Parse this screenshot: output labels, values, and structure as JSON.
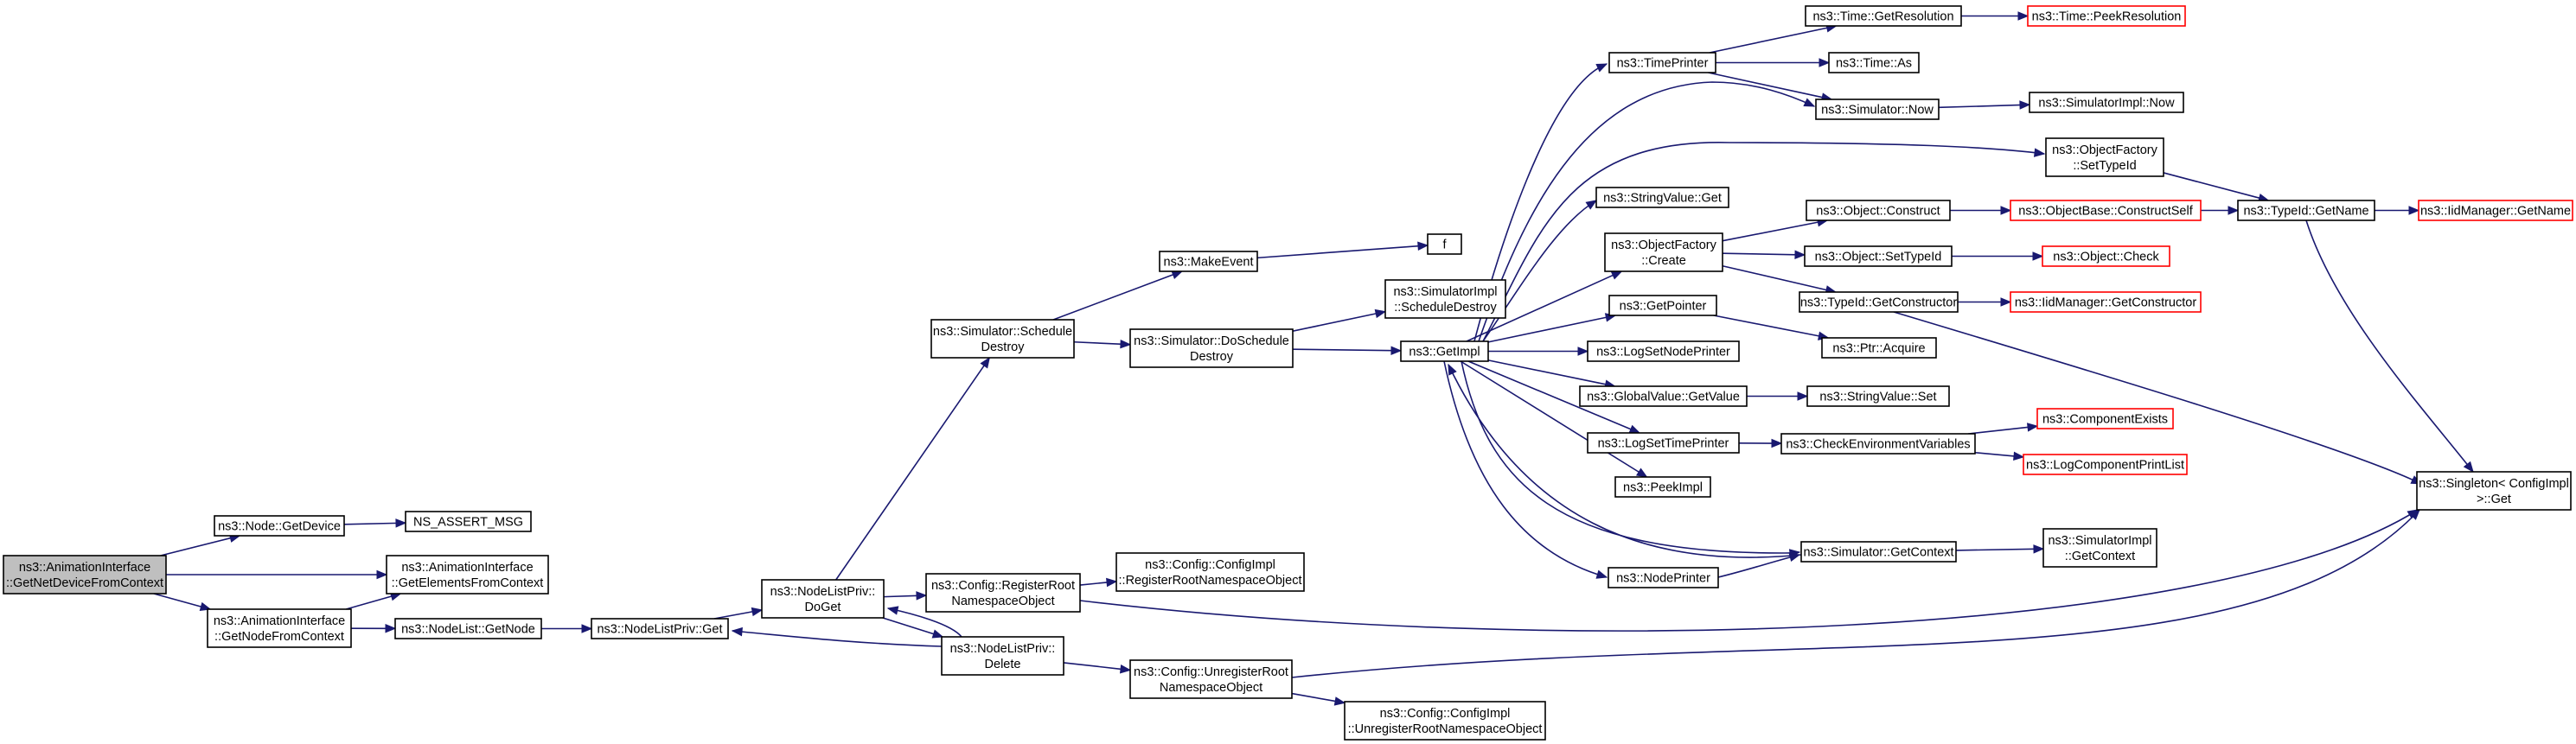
{
  "colors": {
    "edge": "#191970",
    "node_border": "#000000",
    "node_border_truncated": "#ff0000",
    "node_fill": "#ffffff",
    "root_fill": "#bfbfbf"
  },
  "nodes": [
    {
      "id": "n1",
      "lines": [
        "ns3::AnimationInterface",
        "::GetNetDeviceFromContext"
      ],
      "style": "root"
    },
    {
      "id": "n2",
      "lines": [
        "ns3::Node::GetDevice"
      ],
      "style": "normal"
    },
    {
      "id": "n3",
      "lines": [
        "ns3::AnimationInterface",
        "::GetElementsFromContext"
      ],
      "style": "normal"
    },
    {
      "id": "n4",
      "lines": [
        "ns3::AnimationInterface",
        "::GetNodeFromContext"
      ],
      "style": "normal"
    },
    {
      "id": "n5",
      "lines": [
        "NS_ASSERT_MSG"
      ],
      "style": "normal"
    },
    {
      "id": "n6",
      "lines": [
        "ns3::NodeList::GetNode"
      ],
      "style": "normal"
    },
    {
      "id": "n7",
      "lines": [
        "ns3::NodeListPriv::Get"
      ],
      "style": "normal"
    },
    {
      "id": "n8",
      "lines": [
        "ns3::NodeListPriv::",
        "DoGet"
      ],
      "style": "normal"
    },
    {
      "id": "n9",
      "lines": [
        "ns3::Simulator::Schedule",
        "Destroy"
      ],
      "style": "normal"
    },
    {
      "id": "n10",
      "lines": [
        "ns3::Config::RegisterRoot",
        "NamespaceObject"
      ],
      "style": "normal"
    },
    {
      "id": "n11",
      "lines": [
        "ns3::NodeListPriv::",
        "Delete"
      ],
      "style": "normal"
    },
    {
      "id": "n12",
      "lines": [
        "ns3::MakeEvent"
      ],
      "style": "normal"
    },
    {
      "id": "n13",
      "lines": [
        "ns3::Simulator::DoSchedule",
        "Destroy"
      ],
      "style": "normal"
    },
    {
      "id": "n14",
      "lines": [
        "ns3::Config::ConfigImpl",
        "::RegisterRootNamespaceObject"
      ],
      "style": "normal"
    },
    {
      "id": "n15",
      "lines": [
        "ns3::Config::UnregisterRoot",
        "NamespaceObject"
      ],
      "style": "normal"
    },
    {
      "id": "n16",
      "lines": [
        "f"
      ],
      "style": "normal"
    },
    {
      "id": "n17",
      "lines": [
        "ns3::SimulatorImpl",
        "::ScheduleDestroy"
      ],
      "style": "normal"
    },
    {
      "id": "n18",
      "lines": [
        "ns3::GetImpl"
      ],
      "style": "normal"
    },
    {
      "id": "n19",
      "lines": [
        "ns3::Config::ConfigImpl",
        "::UnregisterRootNamespaceObject"
      ],
      "style": "normal"
    },
    {
      "id": "n20",
      "lines": [
        "ns3::TimePrinter"
      ],
      "style": "normal"
    },
    {
      "id": "n21",
      "lines": [
        "ns3::StringValue::Get"
      ],
      "style": "normal"
    },
    {
      "id": "n22",
      "lines": [
        "ns3::ObjectFactory",
        "::Create"
      ],
      "style": "normal"
    },
    {
      "id": "n23",
      "lines": [
        "ns3::GetPointer"
      ],
      "style": "normal"
    },
    {
      "id": "n24",
      "lines": [
        "ns3::LogSetNodePrinter"
      ],
      "style": "normal"
    },
    {
      "id": "n25",
      "lines": [
        "ns3::GlobalValue::GetValue"
      ],
      "style": "normal"
    },
    {
      "id": "n26",
      "lines": [
        "ns3::LogSetTimePrinter"
      ],
      "style": "normal"
    },
    {
      "id": "n27",
      "lines": [
        "ns3::PeekImpl"
      ],
      "style": "normal"
    },
    {
      "id": "n28",
      "lines": [
        "ns3::NodePrinter"
      ],
      "style": "normal"
    },
    {
      "id": "n29",
      "lines": [
        "ns3::Time::GetResolution"
      ],
      "style": "normal"
    },
    {
      "id": "n30",
      "lines": [
        "ns3::Time::As"
      ],
      "style": "normal"
    },
    {
      "id": "n31",
      "lines": [
        "ns3::Simulator::Now"
      ],
      "style": "normal"
    },
    {
      "id": "n32",
      "lines": [
        "ns3::Object::Construct"
      ],
      "style": "normal"
    },
    {
      "id": "n33",
      "lines": [
        "ns3::Object::SetTypeId"
      ],
      "style": "normal"
    },
    {
      "id": "n34",
      "lines": [
        "ns3::TypeId::GetConstructor"
      ],
      "style": "normal"
    },
    {
      "id": "n35",
      "lines": [
        "ns3::Ptr::Acquire"
      ],
      "style": "normal"
    },
    {
      "id": "n36",
      "lines": [
        "ns3::StringValue::Set"
      ],
      "style": "normal"
    },
    {
      "id": "n37",
      "lines": [
        "ns3::CheckEnvironmentVariables"
      ],
      "style": "normal"
    },
    {
      "id": "n38",
      "lines": [
        "ns3::Simulator::GetContext"
      ],
      "style": "normal"
    },
    {
      "id": "n39",
      "lines": [
        "ns3::Time::PeekResolution"
      ],
      "style": "truncated"
    },
    {
      "id": "n40",
      "lines": [
        "ns3::SimulatorImpl::Now"
      ],
      "style": "normal"
    },
    {
      "id": "n41",
      "lines": [
        "ns3::ObjectFactory",
        "::SetTypeId"
      ],
      "style": "normal"
    },
    {
      "id": "n42",
      "lines": [
        "ns3::ObjectBase::ConstructSelf"
      ],
      "style": "truncated"
    },
    {
      "id": "n43",
      "lines": [
        "ns3::Object::Check"
      ],
      "style": "truncated"
    },
    {
      "id": "n44",
      "lines": [
        "ns3::IidManager::GetConstructor"
      ],
      "style": "truncated"
    },
    {
      "id": "n45",
      "lines": [
        "ns3::ComponentExists"
      ],
      "style": "truncated"
    },
    {
      "id": "n46",
      "lines": [
        "ns3::LogComponentPrintList"
      ],
      "style": "truncated"
    },
    {
      "id": "n47",
      "lines": [
        "ns3::SimulatorImpl",
        "::GetContext"
      ],
      "style": "normal"
    },
    {
      "id": "n48",
      "lines": [
        "ns3::TypeId::GetName"
      ],
      "style": "normal"
    },
    {
      "id": "n49",
      "lines": [
        "ns3::IidManager::GetName"
      ],
      "style": "truncated"
    },
    {
      "id": "n50",
      "lines": [
        "ns3::Singleton< ConfigImpl",
        " >::Get"
      ],
      "style": "normal"
    }
  ],
  "edges": [
    {
      "from": "n1",
      "to": "n2"
    },
    {
      "from": "n1",
      "to": "n3"
    },
    {
      "from": "n1",
      "to": "n4"
    },
    {
      "from": "n2",
      "to": "n5"
    },
    {
      "from": "n4",
      "to": "n3"
    },
    {
      "from": "n4",
      "to": "n6"
    },
    {
      "from": "n6",
      "to": "n7"
    },
    {
      "from": "n7",
      "to": "n8"
    },
    {
      "from": "n8",
      "to": "n9"
    },
    {
      "from": "n8",
      "to": "n10"
    },
    {
      "from": "n8",
      "to": "n11"
    },
    {
      "from": "n11",
      "to": "n8"
    },
    {
      "from": "n11",
      "to": "n7"
    },
    {
      "from": "n11",
      "to": "n15"
    },
    {
      "from": "n9",
      "to": "n12"
    },
    {
      "from": "n9",
      "to": "n13"
    },
    {
      "from": "n12",
      "to": "n16"
    },
    {
      "from": "n13",
      "to": "n17"
    },
    {
      "from": "n13",
      "to": "n18"
    },
    {
      "from": "n10",
      "to": "n14"
    },
    {
      "from": "n10",
      "to": "n50"
    },
    {
      "from": "n15",
      "to": "n19"
    },
    {
      "from": "n15",
      "to": "n50"
    },
    {
      "from": "n18",
      "to": "n20"
    },
    {
      "from": "n18",
      "to": "n31"
    },
    {
      "from": "n18",
      "to": "n41"
    },
    {
      "from": "n18",
      "to": "n21"
    },
    {
      "from": "n18",
      "to": "n22"
    },
    {
      "from": "n18",
      "to": "n23"
    },
    {
      "from": "n18",
      "to": "n24"
    },
    {
      "from": "n18",
      "to": "n25"
    },
    {
      "from": "n18",
      "to": "n26"
    },
    {
      "from": "n18",
      "to": "n27"
    },
    {
      "from": "n18",
      "to": "n38"
    },
    {
      "from": "n18",
      "to": "n28"
    },
    {
      "from": "n20",
      "to": "n29"
    },
    {
      "from": "n20",
      "to": "n30"
    },
    {
      "from": "n20",
      "to": "n31"
    },
    {
      "from": "n29",
      "to": "n39"
    },
    {
      "from": "n31",
      "to": "n40"
    },
    {
      "from": "n22",
      "to": "n32"
    },
    {
      "from": "n22",
      "to": "n33"
    },
    {
      "from": "n22",
      "to": "n34"
    },
    {
      "from": "n32",
      "to": "n42"
    },
    {
      "from": "n33",
      "to": "n43"
    },
    {
      "from": "n34",
      "to": "n44"
    },
    {
      "from": "n34",
      "to": "n50"
    },
    {
      "from": "n23",
      "to": "n35"
    },
    {
      "from": "n25",
      "to": "n36"
    },
    {
      "from": "n26",
      "to": "n37"
    },
    {
      "from": "n37",
      "to": "n45"
    },
    {
      "from": "n37",
      "to": "n46"
    },
    {
      "from": "n38",
      "to": "n18"
    },
    {
      "from": "n38",
      "to": "n47"
    },
    {
      "from": "n28",
      "to": "n38"
    },
    {
      "from": "n41",
      "to": "n48"
    },
    {
      "from": "n42",
      "to": "n48"
    },
    {
      "from": "n48",
      "to": "n49"
    },
    {
      "from": "n48",
      "to": "n50"
    }
  ]
}
